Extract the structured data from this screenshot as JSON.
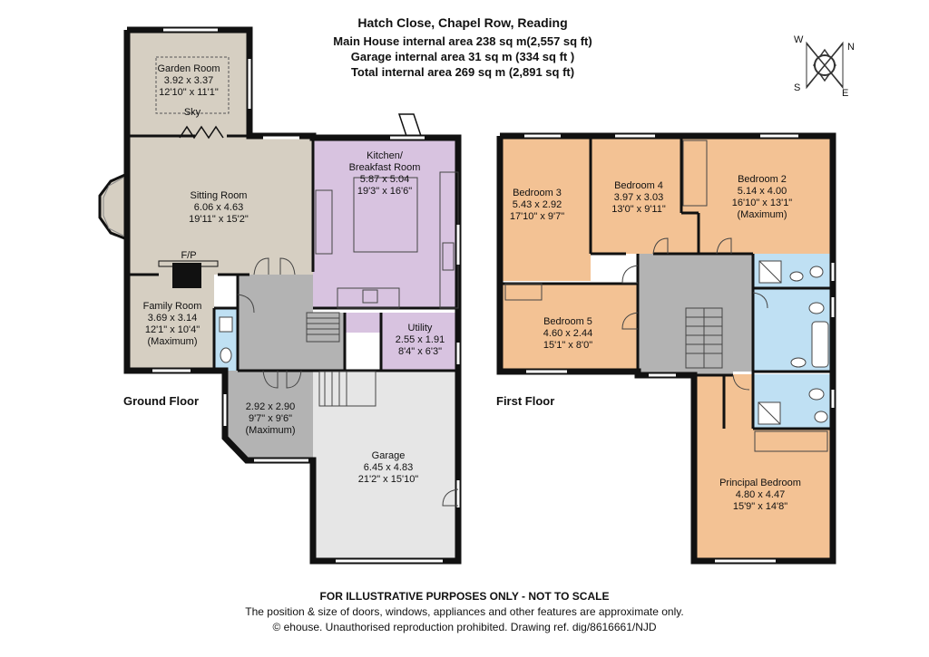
{
  "header": {
    "address": "Hatch Close, Chapel Row, Reading",
    "main_area": "Main House internal area 238 sq m(2,557 sq ft)",
    "garage_area": "Garage internal area 31 sq m (334 sq ft )",
    "total_area": "Total internal area 269 sq m (2,891 sq ft)"
  },
  "compass": {
    "w": "W",
    "n": "N",
    "s": "S",
    "e": "E"
  },
  "floors": {
    "ground": "Ground Floor",
    "first": "First Floor"
  },
  "ground_rooms": {
    "garden_room": {
      "name": "Garden Room",
      "metric": "3.92 x 3.37",
      "imperial": "12'10\" x 11'1\"",
      "extra": "Sky"
    },
    "sitting_room": {
      "name": "Sitting Room",
      "metric": "6.06 x 4.63",
      "imperial": "19'11\" x 15'2\"",
      "fireplace": "F/P"
    },
    "kitchen": {
      "name1": "Kitchen/",
      "name2": "Breakfast Room",
      "metric": "5.87 x 5.04",
      "imperial": "19'3\" x 16'6\""
    },
    "family_room": {
      "name": "Family Room",
      "metric": "3.69 x 3.14",
      "imperial": "12'1\" x 10'4\"",
      "note": "(Maximum)"
    },
    "utility": {
      "name": "Utility",
      "metric": "2.55 x 1.91",
      "imperial": "8'4\" x 6'3\""
    },
    "hall": {
      "metric": "2.92 x 2.90",
      "imperial": "9'7\" x 9'6\"",
      "note": "(Maximum)"
    },
    "garage": {
      "name": "Garage",
      "metric": "6.45 x 4.83",
      "imperial": "21'2\" x 15'10\""
    }
  },
  "first_rooms": {
    "bedroom3": {
      "name": "Bedroom 3",
      "metric": "5.43 x 2.92",
      "imperial": "17'10\" x 9'7\""
    },
    "bedroom4": {
      "name": "Bedroom 4",
      "metric": "3.97 x 3.03",
      "imperial": "13'0\" x 9'11\""
    },
    "bedroom2": {
      "name": "Bedroom 2",
      "metric": "5.14 x 4.00",
      "imperial": "16'10\" x 13'1\"",
      "note": "(Maximum)"
    },
    "bedroom5": {
      "name": "Bedroom 5",
      "metric": "4.60 x 2.44",
      "imperial": "15'1\" x 8'0\""
    },
    "principal": {
      "name": "Principal Bedroom",
      "metric": "4.80 x 4.47",
      "imperial": "15'9\" x 14'8\""
    }
  },
  "colors": {
    "grey_room": "#d6cfc2",
    "kitchen": "#d8c3e0",
    "hall": "#b3b3b3",
    "garage": "#e6e6e6",
    "bedroom": "#f3c294",
    "bathroom": "#bfe0f3",
    "wall": "#111111"
  },
  "footer": {
    "line1": "FOR ILLUSTRATIVE PURPOSES ONLY - NOT TO SCALE",
    "line2": "The position & size of doors, windows, appliances and other features are approximate only.",
    "line3": "© ehouse. Unauthorised reproduction prohibited. Drawing ref. dig/8616661/NJD"
  }
}
